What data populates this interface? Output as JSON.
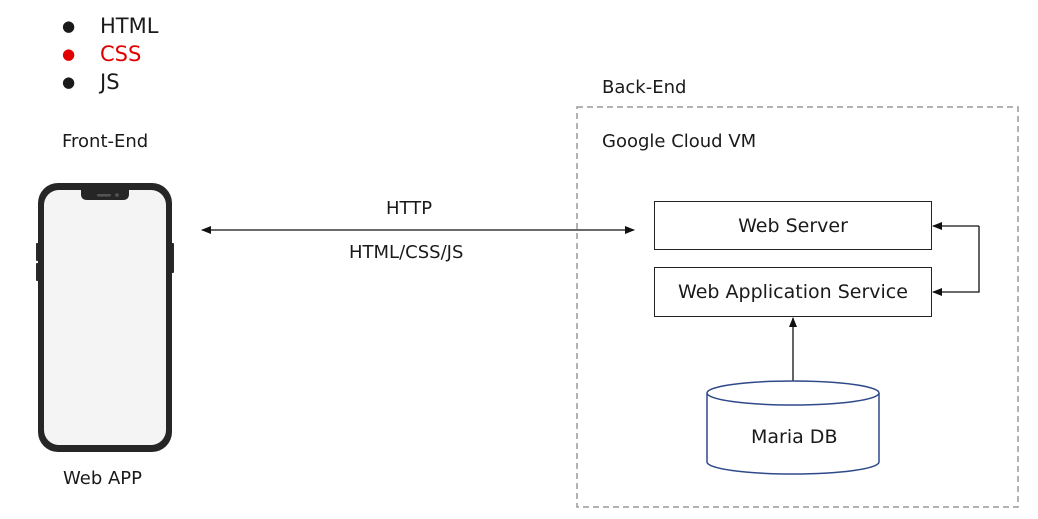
{
  "bullets": [
    {
      "text": "HTML",
      "color": "#1a1a1a"
    },
    {
      "text": "CSS",
      "color": "#e00000"
    },
    {
      "text": "JS",
      "color": "#1a1a1a"
    }
  ],
  "frontend": {
    "heading": "Front-End",
    "caption": "Web APP"
  },
  "connection": {
    "protocol": "HTTP",
    "payload": "HTML/CSS/JS"
  },
  "backend": {
    "heading": "Back-End",
    "vm_label": "Google Cloud VM",
    "web_server": "Web Server",
    "web_app_service": "Web Application Service",
    "database": "Maria DB"
  },
  "colors": {
    "database_outline": "#2f4a8a",
    "css_highlight": "#e00000"
  }
}
